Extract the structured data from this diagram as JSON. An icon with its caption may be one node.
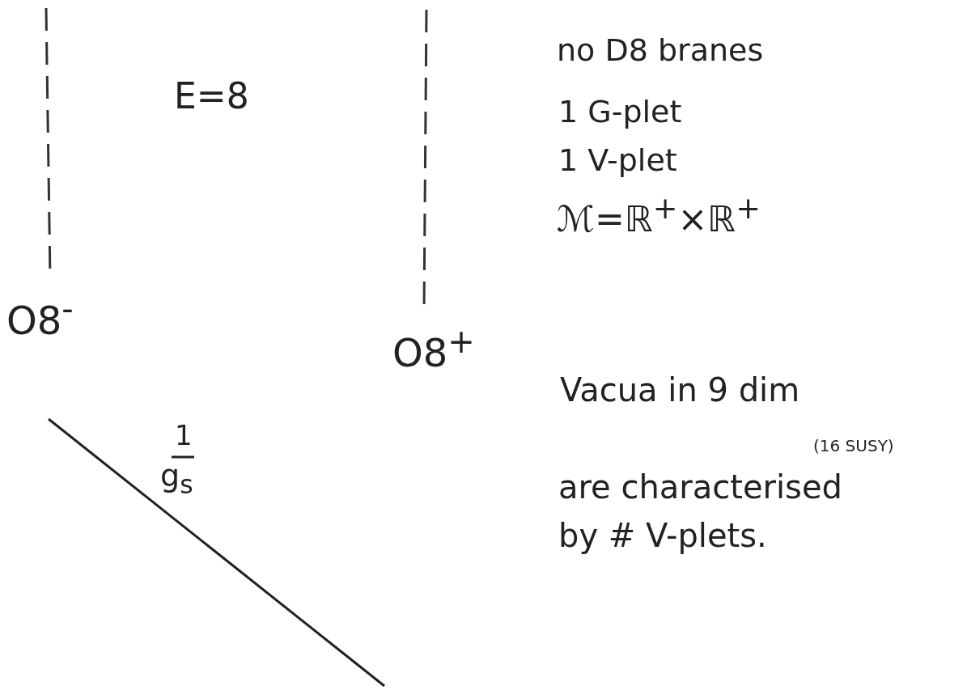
{
  "diagram": {
    "labels": [
      "E=8",
      "O8$^{-}$",
      "O8$^{+}$",
      "1",
      "g$_{s}$",
      "no D8 branes",
      "1 G-plet",
      "1 V-plet",
      "ℳ=ℝ$^{+}$×ℝ$^{+}$",
      "Vacua in 9 dim",
      "(16 SUSY)",
      "are characterised",
      "by # V-plets."
    ]
  }
}
